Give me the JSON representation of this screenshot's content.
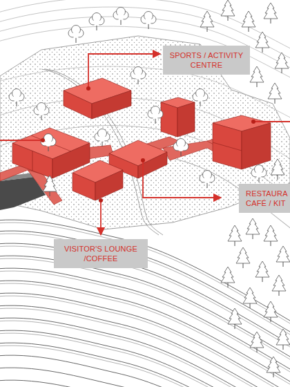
{
  "diagram": {
    "nodes": [
      {
        "text": [
          "SPORTS / ACTIVITY CENTRE"
        ]
      },
      {
        "text": [
          "RESTAURA CAFÉ / KIT"
        ]
      },
      {
        "text": [
          "VISITOR'S LOUNGE /COFFEE"
        ]
      }
    ]
  }
}
